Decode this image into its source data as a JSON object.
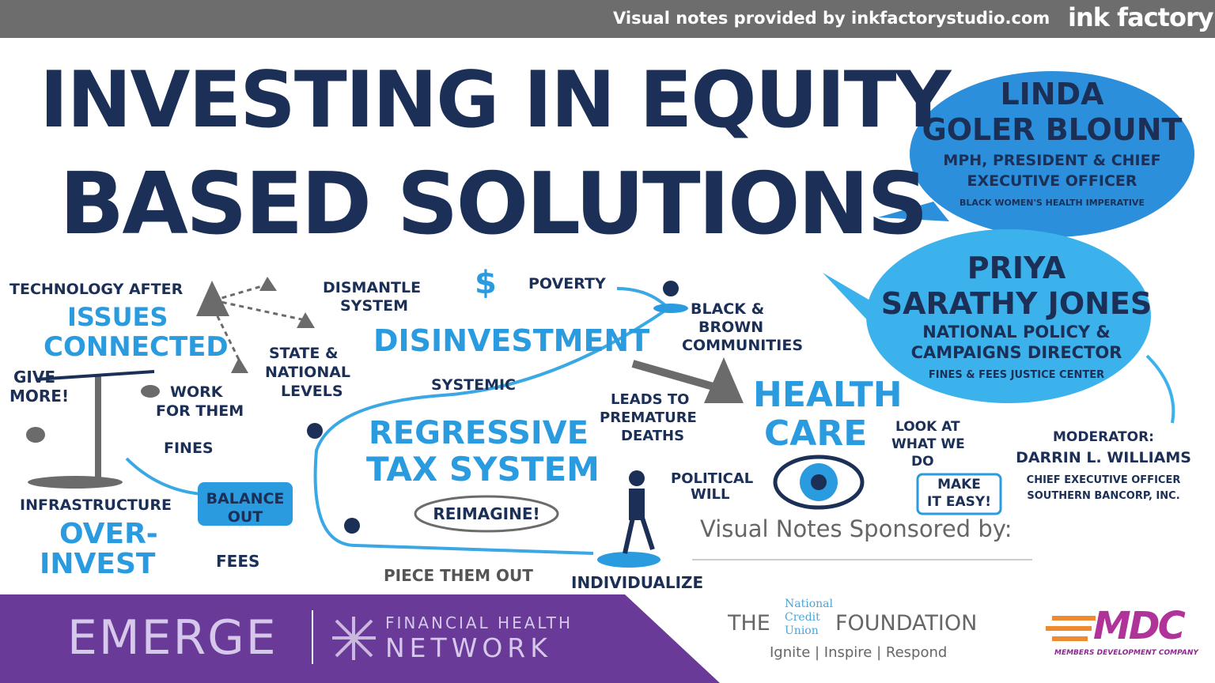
{
  "header": {
    "credit": "Visual notes provided by inkfactorystudio.com",
    "logo": "ink factory"
  },
  "title": {
    "line1": "INVESTING IN EQUITY",
    "line2": "BASED SOLUTIONS"
  },
  "speakers": [
    {
      "name1": "LINDA",
      "name2": "GOLER BLOUNT",
      "role1": "MPH, PRESIDENT & CHIEF",
      "role2": "EXECUTIVE OFFICER",
      "org": "BLACK WOMEN'S HEALTH IMPERATIVE"
    },
    {
      "name1": "PRIYA",
      "name2": "SARATHY JONES",
      "role1": "NATIONAL POLICY &",
      "role2": "CAMPAIGNS DIRECTOR",
      "org": "FINES & FEES JUSTICE CENTER"
    }
  ],
  "moderator": {
    "label": "MODERATOR:",
    "name": "DARRIN L. WILLIAMS",
    "role": "CHIEF EXECUTIVE OFFICER",
    "org": "SOUTHERN BANCORP, INC."
  },
  "notes": {
    "technology": "TECHNOLOGY AFTER",
    "issues": "ISSUES",
    "connected": "CONNECTED",
    "dismantle": "DISMANTLE",
    "system": "SYSTEM",
    "state": "STATE &",
    "national": "NATIONAL",
    "levels": "LEVELS",
    "poverty": "POVERTY",
    "disinvestment": "DISINVESTMENT",
    "systemic": "SYSTEMIC",
    "black": "BLACK &",
    "brown": "BROWN",
    "communities": "COMMUNITIES",
    "give": "GIVE",
    "more": "MORE!",
    "work": "WORK",
    "forthem": "FOR THEM",
    "fines": "FINES",
    "balance": "BALANCE",
    "out": "OUT",
    "infrastructure": "INFRASTRUCTURE",
    "over": "OVER-",
    "invest": "INVEST",
    "regressive": "REGRESSIVE",
    "tax": "TAX SYSTEM",
    "reimagine": "REIMAGINE!",
    "fees": "FEES",
    "piece": "PIECE THEM OUT",
    "individualize": "INDIVIDUALIZE",
    "leads": "LEADS TO",
    "premature": "PREMATURE",
    "deaths": "DEATHS",
    "health": "HEALTH",
    "care": "CARE",
    "political": "POLITICAL",
    "will": "WILL",
    "look": "LOOK AT",
    "whatwe": "WHAT WE",
    "do": "DO",
    "make": "MAKE",
    "iteasy": "IT EASY!",
    "dollar": "$"
  },
  "sponsors": {
    "label": "Visual Notes Sponsored by:",
    "emerge": "EMERGE",
    "fhn1": "FINANCIAL HEALTH",
    "fhn2": "NETWORK",
    "ncuf_the": "THE",
    "ncuf_mid": [
      "National",
      "Credit",
      "Union"
    ],
    "ncuf_found": "FOUNDATION",
    "ncuf_tag": "Ignite | Inspire | Respond",
    "mdc": "MDC",
    "mdc_sub": "MEMBERS DEVELOPMENT COMPANY"
  },
  "colors": {
    "navy": "#1b2f57",
    "blue": "#2b9be0",
    "purple": "#6a3a99",
    "gray": "#6d6d6d"
  }
}
